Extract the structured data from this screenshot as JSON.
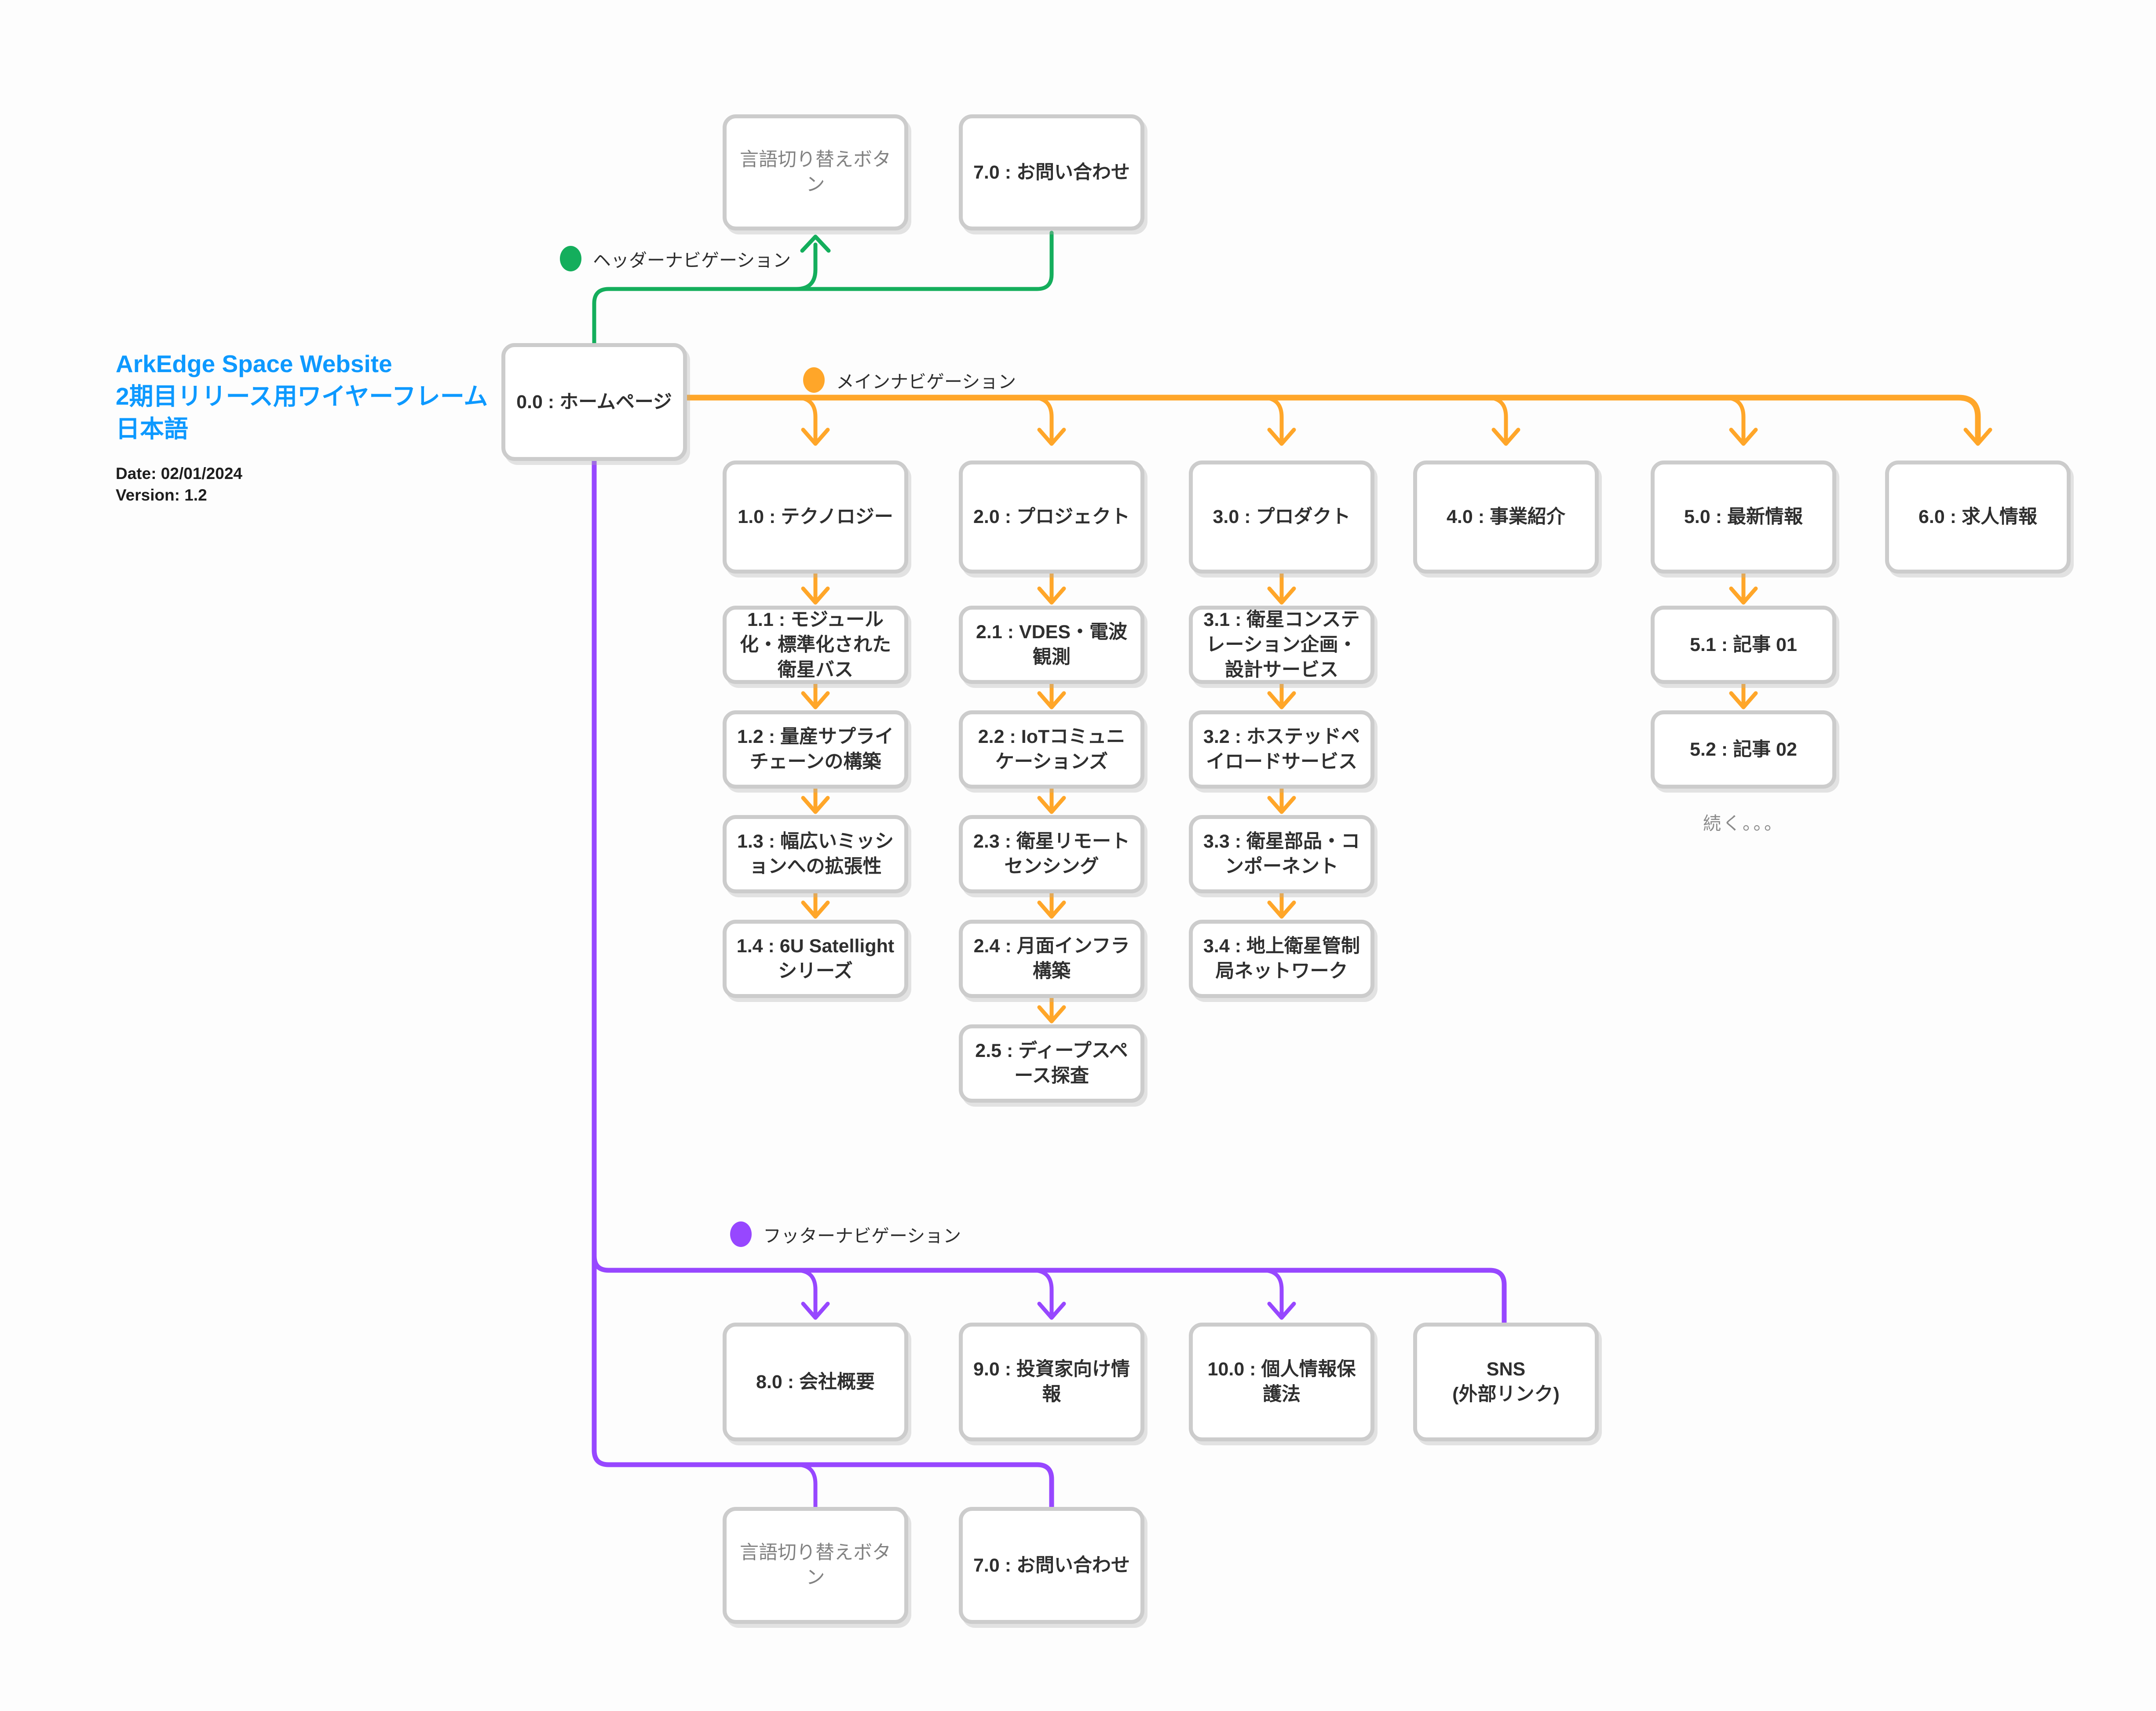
{
  "doc": {
    "title_line1": "ArkEdge Space Website",
    "title_line2": "2期目リリース用ワイヤーフレーム",
    "title_line3": "日本語",
    "date_line": "Date: 02/01/2024",
    "version_line": "Version: 1.2"
  },
  "legend": {
    "header_nav": "ヘッダーナビゲーション",
    "main_nav": "メインナビゲーション",
    "footer_nav": "フッターナビゲーション"
  },
  "colors": {
    "header_nav": "#14ae5c",
    "main_nav": "#ffa629",
    "footer_nav": "#9747ff",
    "title_blue": "#0d99ff",
    "box_border": "#cccccc"
  },
  "nodes": {
    "top_lang": "言語切り替えボタン",
    "top_contact": "7.0 : お問い合わせ",
    "home": "0.0 : ホームページ",
    "n10": "1.0 : テクノロジー",
    "n11": "1.1 : モジュール化・標準化された衛星バス",
    "n12": "1.2 : 量産サプライチェーンの構築",
    "n13": "1.3 : 幅広いミッションへの拡張性",
    "n14": "1.4 : 6U Satellight シリーズ",
    "n20": "2.0 : プロジェクト",
    "n21": "2.1 : VDES・電波観測",
    "n22": "2.2 : IoTコミュニケーションズ",
    "n23": "2.3 : 衛星リモートセンシング",
    "n24": "2.4 : 月面インフラ構築",
    "n25": "2.5 : ディープスペース探査",
    "n30": "3.0 : プロダクト",
    "n31": "3.1 : 衛星コンステレーション企画・設計サービス",
    "n32": "3.2 : ホステッドペイロードサービス",
    "n33": "3.3 : 衛星部品・コンポーネント",
    "n34": "3.4 : 地上衛星管制局ネットワーク",
    "n40": "4.0 : 事業紹介",
    "n50": "5.0 : 最新情報",
    "n51": "5.1 : 記事 01",
    "n52": "5.2 : 記事 02",
    "continue_text": "続く。。。",
    "n60": "6.0 : 求人情報",
    "n80": "8.0 : 会社概要",
    "n90": "9.0 : 投資家向け情報",
    "n100": "10.0 : 個人情報保護法",
    "sns": "SNS\n(外部リンク)",
    "bottom_lang": "言語切り替えボタン",
    "bottom_contact": "7.0 : お問い合わせ"
  }
}
